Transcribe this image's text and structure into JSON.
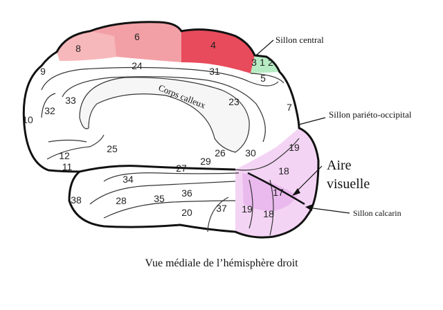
{
  "labels": {
    "sillon_central": "Sillon central",
    "sillon_parieto_occipital": "Sillon pariéto-occipital",
    "aire_visuelle_line1": "Aire",
    "aire_visuelle_line2": "visuelle",
    "sillon_calcarin": "Sillon calcarin",
    "corps_calleux": "Corps calleux"
  },
  "caption": "Vue médiale de l’hémisphère droit",
  "areas": [
    "8",
    "6",
    "4",
    "3",
    "1",
    "2",
    "9",
    "24",
    "31",
    "5",
    "33",
    "32",
    "23",
    "7",
    "10",
    "12",
    "25",
    "26",
    "30",
    "19",
    "11",
    "29",
    "18",
    "27",
    "34",
    "17",
    "36",
    "38",
    "28",
    "35",
    "37",
    "19",
    "18",
    "20"
  ],
  "colors": {
    "area_4": "#e84b5c",
    "area_6": "#f2a0a6",
    "area_8": "#f7b8bb",
    "area_312": "#b7ebc4",
    "visual_light": "#f4d4f4",
    "visual_mid": "#eab9ee",
    "outline": "#111111"
  }
}
